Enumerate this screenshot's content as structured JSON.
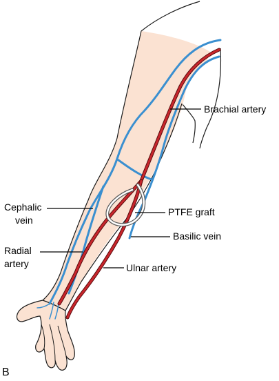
{
  "panel_letter": "B",
  "labels": {
    "brachial_artery": "Brachial artery",
    "cephalic_vein_line1": "Cephalic",
    "cephalic_vein_line2": "vein",
    "ptfe_graft": "PTFE graft",
    "basilic_vein": "Basilic vein",
    "radial_artery_line1": "Radial",
    "radial_artery_line2": "artery",
    "ulnar_artery": "Ulnar artery"
  },
  "colors": {
    "skin_fill": "#fbe2d2",
    "skin_outline": "#1a1a1a",
    "vein": "#3a8fd0",
    "artery_fill": "#c8262c",
    "artery_outline": "#5a0c0e",
    "graft": "#9a9a9a",
    "leader_line": "#000000"
  }
}
